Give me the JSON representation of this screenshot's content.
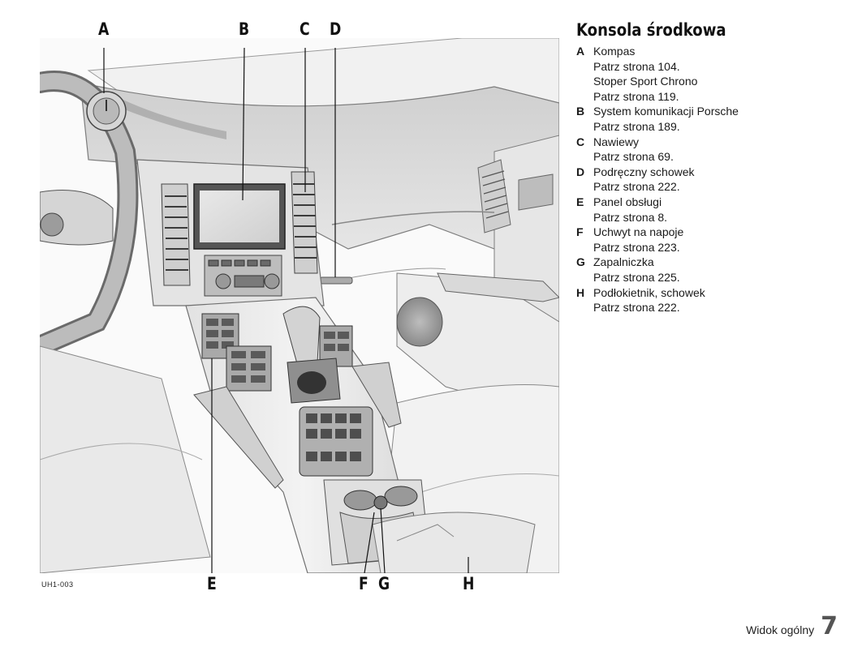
{
  "figure": {
    "code": "UH1-003",
    "callouts": [
      "A",
      "B",
      "C",
      "D",
      "E",
      "F",
      "G",
      "H"
    ]
  },
  "panel": {
    "title": "Konsola środkowa",
    "items": [
      {
        "key": "A",
        "lines": [
          "Kompas",
          "Patrz strona 104.",
          "Stoper Sport Chrono",
          "Patrz strona 119."
        ]
      },
      {
        "key": "B",
        "lines": [
          "System komunikacji Porsche",
          "Patrz strona 189."
        ]
      },
      {
        "key": "C",
        "lines": [
          "Nawiewy",
          "Patrz strona 69."
        ]
      },
      {
        "key": "D",
        "lines": [
          "Podręczny schowek",
          "Patrz strona 222."
        ]
      },
      {
        "key": "E",
        "lines": [
          "Panel obsługi",
          "Patrz strona 8."
        ]
      },
      {
        "key": "F",
        "lines": [
          "Uchwyt na napoje",
          "Patrz strona 223."
        ]
      },
      {
        "key": "G",
        "lines": [
          "Zapalniczka",
          "Patrz strona 225."
        ]
      },
      {
        "key": "H",
        "lines": [
          "Podłokietnik, schowek",
          "Patrz strona 222."
        ]
      }
    ]
  },
  "footer": {
    "section": "Widok ogólny",
    "page": "7"
  }
}
